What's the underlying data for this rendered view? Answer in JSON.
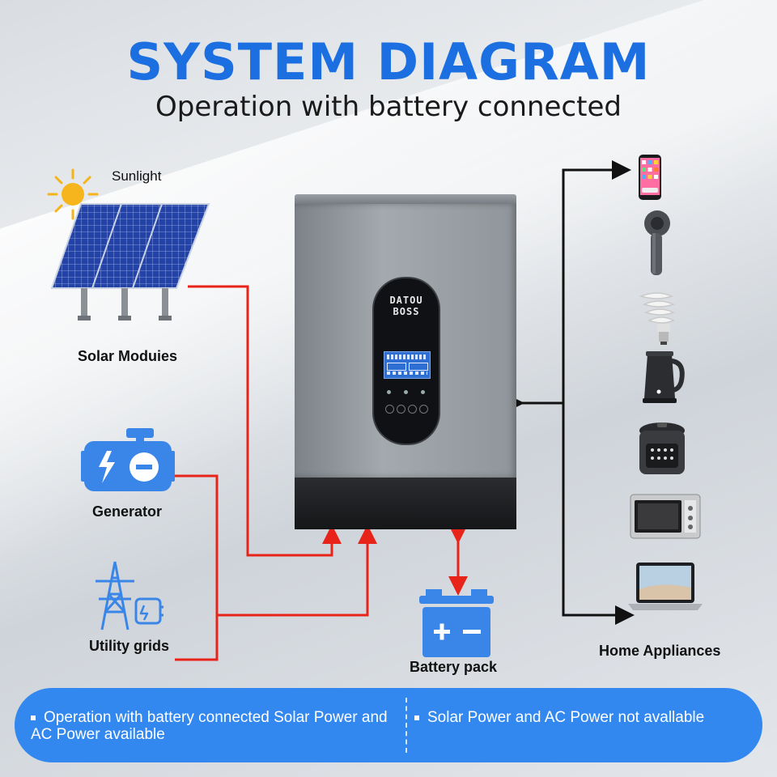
{
  "header": {
    "title": "SYSTEM DIAGRAM",
    "subtitle": "Operation with battery connected"
  },
  "sources": {
    "sunlight": "Sunlight",
    "solar": "Solar Moduies",
    "generator": "Generator",
    "utility": "Utility grids"
  },
  "inverter": {
    "brand_line1": "DATOU",
    "brand_line2": "BOSS"
  },
  "battery": {
    "label": "Battery pack"
  },
  "appliances": {
    "label": "Home Appliances",
    "items": [
      "smartphone",
      "hair-dryer",
      "light-bulb",
      "electric-kettle",
      "rice-cooker",
      "toaster-oven",
      "laptop"
    ]
  },
  "footer": {
    "left": "Operation with battery connected Solar Power and AC Power available",
    "right": "Solar Power and AC Power not avallable"
  },
  "colors": {
    "title": "#1b6fe0",
    "icon_blue": "#3a86e8",
    "wire_red": "#e8231a",
    "wire_black": "#111111",
    "footer": "#3288ef"
  }
}
